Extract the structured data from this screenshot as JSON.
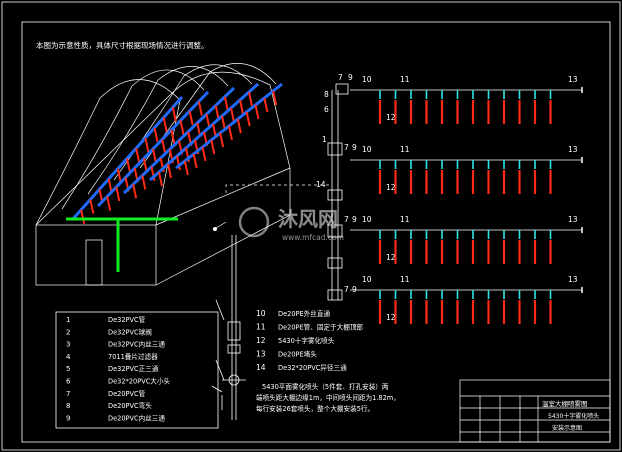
{
  "note": "本图为示意性质，具体尺寸根据现场情况进行调整。",
  "legend": [
    {
      "num": "1",
      "text": "De32PVC管"
    },
    {
      "num": "2",
      "text": "De32PVC球阀"
    },
    {
      "num": "3",
      "text": "De32PVC内丝三通"
    },
    {
      "num": "4",
      "text": "7011叠片过滤器"
    },
    {
      "num": "5",
      "text": "De32PVC正三通"
    },
    {
      "num": "6",
      "text": "De32*20PVC大小头"
    },
    {
      "num": "7",
      "text": "De20PVC管"
    },
    {
      "num": "8",
      "text": "De20PVC弯头"
    },
    {
      "num": "9",
      "text": "De20PVC内丝三通"
    }
  ],
  "legend2": [
    {
      "num": "10",
      "text": "De20PE外丝直通"
    },
    {
      "num": "11",
      "text": "De20PE管、固定于大棚顶部"
    },
    {
      "num": "12",
      "text": "5430十字雾化喷头"
    },
    {
      "num": "13",
      "text": "De20PE堵头"
    },
    {
      "num": "14",
      "text": "De32*20PVC异径三通"
    }
  ],
  "desc": [
    "5430平面雾化喷头（5件套、打孔安装）两",
    "端喷头距大棚边缘1m，中间喷头间距为1.82m，",
    "每行安装26套喷头，整个大棚安装5行。"
  ],
  "title_block": {
    "r1": "温室大棚喷雾图",
    "r2": "5430十字雾化喷头",
    "r3": "安装示意图"
  },
  "callouts": {
    "c1": "1",
    "c6": "6",
    "c7a": "7",
    "c8": "8",
    "c9a": "9",
    "c9b": "9",
    "c9c": "9",
    "c9d": "9",
    "c7b": "7",
    "c14": "14",
    "c7c": "7",
    "c7d": "7",
    "r10a": "10",
    "r11a": "11",
    "r13a": "13",
    "r12a": "12",
    "r10b": "10",
    "r11b": "11",
    "r13b": "13",
    "r12b": "12",
    "r10c": "10",
    "r11c": "11",
    "r13c": "13",
    "r12c": "12",
    "r10d": "10",
    "r11d": "11",
    "r13d": "13",
    "r12d": "12"
  },
  "watermark": {
    "brand": "沐风网",
    "url": "www.mfcad.com"
  },
  "colors": {
    "background": "#000000",
    "line": "#ffffff",
    "pipe_blue": "#1f6bff",
    "nozzle_red": "#ff2a14",
    "nozzle_cyan": "#2ee6e6",
    "pipe_green": "#10ee22"
  }
}
